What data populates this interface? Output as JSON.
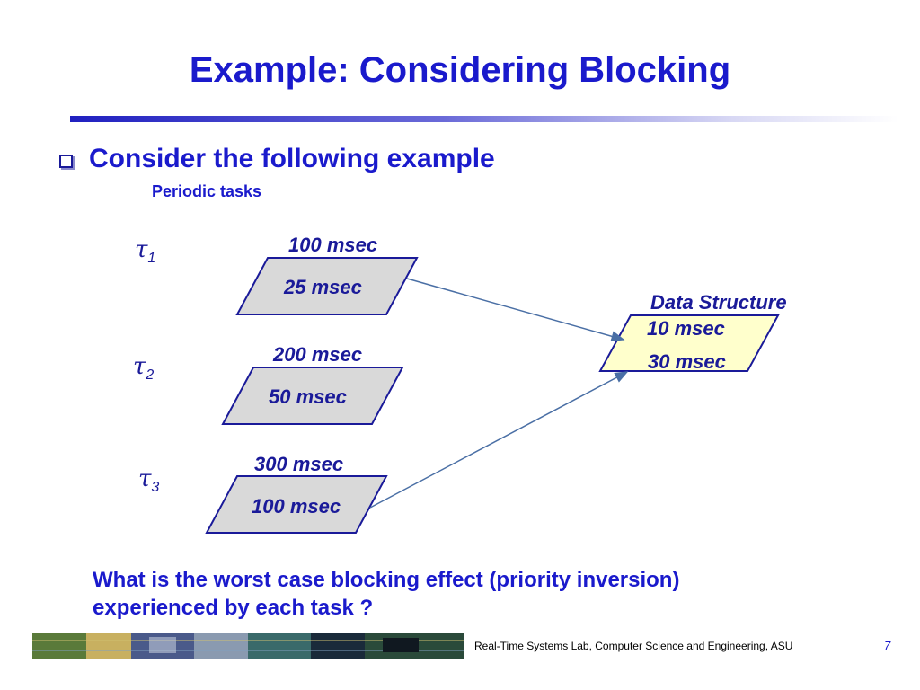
{
  "slide": {
    "title": "Example: Considering Blocking",
    "bullet": "Consider the following example",
    "subheading": "Periodic tasks",
    "question_line1": "What is the worst case blocking effect (priority inversion)",
    "question_line2": "experienced by each task ?",
    "footer": "Real-Time Systems Lab, Computer Science and Engineering, ASU",
    "page_number": "7"
  },
  "tasks": [
    {
      "symbol": "τ",
      "index": "1",
      "period": "100 msec",
      "exec": "25 msec"
    },
    {
      "symbol": "τ",
      "index": "2",
      "period": "200 msec",
      "exec": "50 msec"
    },
    {
      "symbol": "τ",
      "index": "3",
      "period": "300 msec",
      "exec": "100 msec"
    }
  ],
  "data_structure": {
    "label": "Data Structure",
    "line1": "10 msec",
    "line2": "30 msec"
  },
  "colors": {
    "title": "#1a1acc",
    "task_fill": "#d9d9d9",
    "resource_fill": "#ffffcc",
    "outline": "#1a1a99",
    "arrow": "#4a6fa5"
  }
}
